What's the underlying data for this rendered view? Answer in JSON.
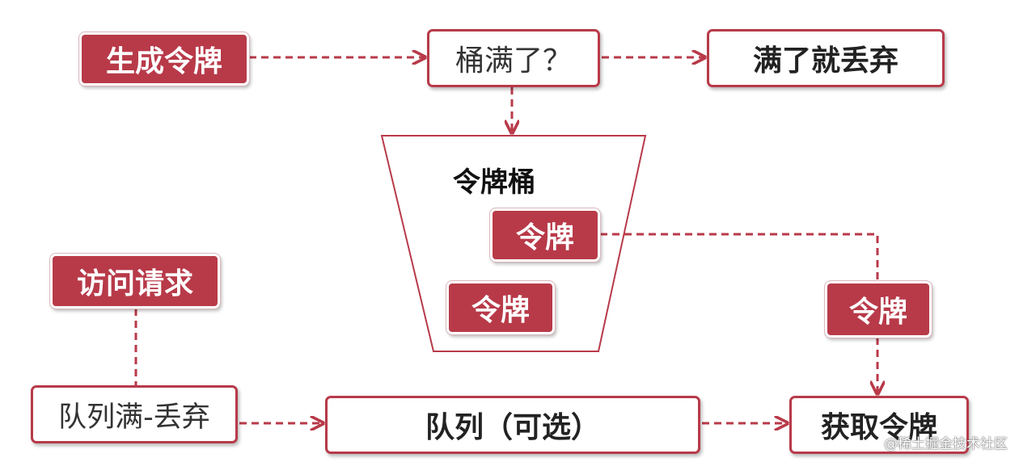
{
  "diagram": {
    "nodes": {
      "generate_token": "生成令牌",
      "bucket_full_question": "桶满了？",
      "discard_when_full": "满了就丢弃",
      "token_bucket": "令牌桶",
      "token_in_bucket_1": "令牌",
      "token_in_bucket_2": "令牌",
      "token_moving": "令牌",
      "access_request": "访问请求",
      "queue_full_discard": "队列满-丢弃",
      "queue_optional": "队列（可选）",
      "get_token": "获取令牌"
    },
    "watermark": "@稀土掘金技术社区",
    "colors": {
      "accent": "#b83a49",
      "text": "#222222",
      "background": "#ffffff"
    }
  }
}
